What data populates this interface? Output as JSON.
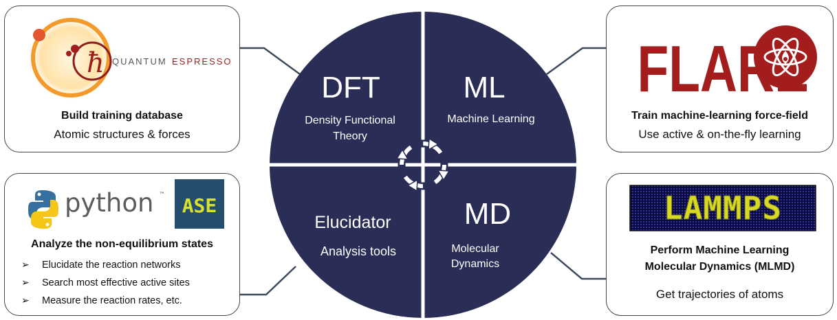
{
  "center": {
    "quadrants": [
      {
        "abbr": "DFT",
        "name_lines": [
          "Density Functional",
          "Theory"
        ]
      },
      {
        "abbr": "ML",
        "name_lines": [
          "Machine Learning"
        ]
      },
      {
        "abbr": "Elucidator",
        "name_lines": [
          "Analysis tools"
        ]
      },
      {
        "abbr": "MD",
        "name_lines": [
          "Molecular",
          "Dynamics"
        ]
      }
    ],
    "circle_color": "#2a2d55",
    "center_icon": "cycle-arrows-icon"
  },
  "cards": {
    "top_left": {
      "logo_text_a": "QUANTUM",
      "logo_text_b": "ESPRESSO",
      "title": "Build training database",
      "subtitle": "Atomic structures & forces"
    },
    "top_right": {
      "logo_text": "FLARE",
      "logo_icon": "atom-flame-icon",
      "title": "Train machine-learning force-field",
      "subtitle": "Use active & on-the-fly learning"
    },
    "bottom_left": {
      "logo_python": "python",
      "logo_tm": "™",
      "logo_ase": "ASE",
      "title": "Analyze the non-equilibrium states",
      "bullets": [
        "Elucidate the reaction networks",
        "Search most effective active sites",
        "Measure the reaction rates, etc."
      ],
      "bullet_glyph": "➢"
    },
    "bottom_right": {
      "logo_text": "LAMMPS",
      "title_lines": [
        "Perform Machine Learning",
        "Molecular Dynamics (MLMD)"
      ],
      "subtitle": "Get trajectories of atoms"
    }
  }
}
